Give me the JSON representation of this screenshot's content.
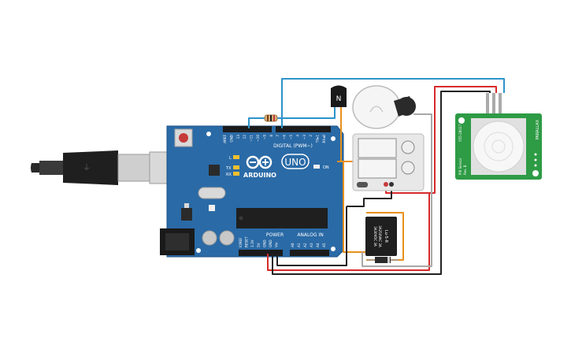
{
  "arduino": {
    "brand": "ARDUINO",
    "model": "UNO",
    "digital_label": "DIGITAL (PWM~)",
    "analog_label": "ANALOG IN",
    "power_label": "POWER",
    "on_label": "ON",
    "led_labels": {
      "l": "L",
      "tx": "TX",
      "rx": "RX"
    },
    "top_pins": [
      "AREF",
      "GND",
      "13",
      "12",
      "~11",
      "~10",
      "~9",
      "8",
      "7",
      "~6",
      "~5",
      "4",
      "~3",
      "2",
      "TX▸1",
      "RX◂0"
    ],
    "power_pins": [
      "IOREF",
      "RESET",
      "3.3V",
      "5V",
      "GND",
      "GND",
      "Vin"
    ],
    "analog_pins": [
      "A0",
      "A1",
      "A2",
      "A3",
      "A4",
      "A5"
    ]
  },
  "transistor": {
    "label": "N"
  },
  "relay": {
    "label": "Lu-5-R",
    "spec_line1": "3A250VAC 3A",
    "spec_line2": "3A30VDC 3A"
  },
  "pir": {
    "brand": "PARALLAX",
    "model": "PIR Sensor",
    "part": "555-28027",
    "rev": "Rev. B"
  },
  "colors": {
    "board": "#2a6aa6",
    "wire_red": "#d62a2a",
    "wire_black": "#222222",
    "wire_blue": "#2d93c9",
    "wire_orange": "#e8901c",
    "wire_gray": "#a8a8a8",
    "pir_green": "#2e9b45"
  }
}
